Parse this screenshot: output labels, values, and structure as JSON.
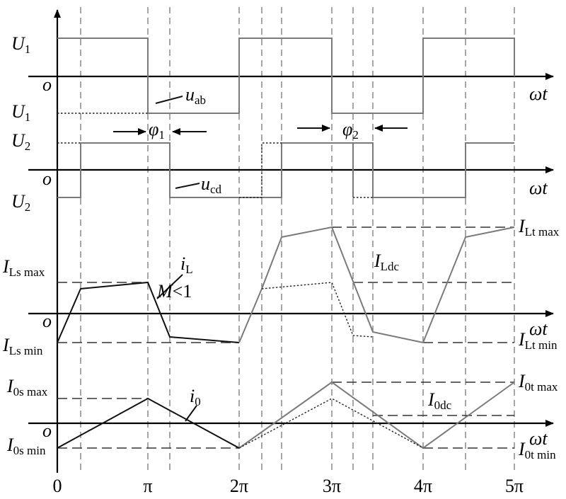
{
  "x_ticks": [
    "0",
    "π",
    "2π",
    "3π",
    "4π",
    "5π"
  ],
  "axis_var": {
    "main": "ω",
    "sub": "t"
  },
  "origin": "o",
  "panel1": {
    "level_pos": {
      "main": "U",
      "sub": "1"
    },
    "level_neg": {
      "main": "U",
      "sub": "1"
    },
    "signal": {
      "main": "u",
      "sub": "ab"
    },
    "phase1": {
      "main": "φ",
      "sub": "1"
    },
    "phase2": {
      "main": "φ",
      "sub": "2"
    }
  },
  "panel2": {
    "level_pos": {
      "main": "U",
      "sub": "2"
    },
    "level_neg": {
      "main": "U",
      "sub": "2"
    },
    "signal": {
      "main": "u",
      "sub": "cd"
    }
  },
  "panel3": {
    "ls_max": {
      "main": "I",
      "sub": "Ls max"
    },
    "ls_min": {
      "main": "I",
      "sub": "Ls min"
    },
    "lt_max": {
      "main": "I",
      "sub": "Lt max"
    },
    "lt_min": {
      "main": "I",
      "sub": "Lt min"
    },
    "ldc": {
      "main": "I",
      "sub": "Ldc"
    },
    "signal": {
      "main": "i",
      "sub": "L"
    },
    "condition": {
      "main": "M",
      "rest": "<1"
    }
  },
  "panel4": {
    "s_max": {
      "main": "I",
      "sub": "0s max"
    },
    "s_min": {
      "main": "I",
      "sub": "0s min"
    },
    "t_max": {
      "main": "I",
      "sub": "0t max"
    },
    "t_min": {
      "main": "I",
      "sub": "0t min"
    },
    "dc": {
      "main": "I",
      "sub": "0dc"
    },
    "signal": {
      "main": "i",
      "sub": "0"
    }
  }
}
